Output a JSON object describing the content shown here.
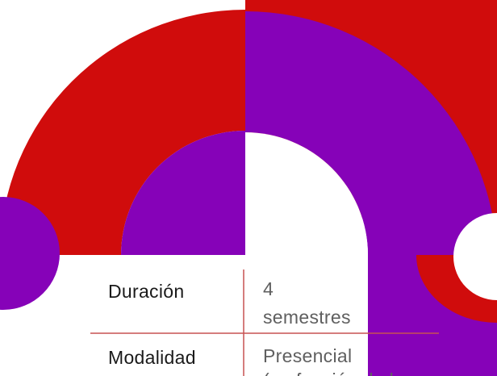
{
  "palette": {
    "red": "#d00c0c",
    "purple": "#8602b8",
    "white": "#ffffff",
    "line": "#c75252",
    "label_text": "#1a1a1a",
    "value_text": "#5f5f5f"
  },
  "table": {
    "rows": [
      {
        "label": "Duración",
        "value_line1": "4",
        "value_line2": "semestres"
      },
      {
        "label": "Modalidad",
        "value_line1": "Presencial",
        "value_line2": "(en función de la"
      }
    ]
  }
}
